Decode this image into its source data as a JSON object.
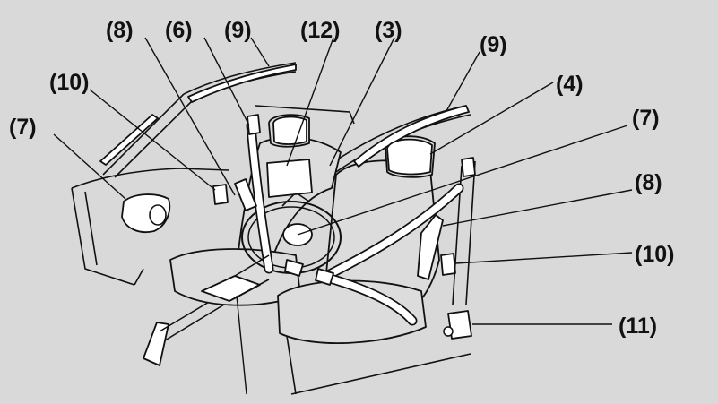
{
  "callouts": {
    "c8_top": "(8)",
    "c6": "(6)",
    "c9_top": "(9)",
    "c12": "(12)",
    "c3": "(3)",
    "c9_right": "(9)",
    "c10_left": "(10)",
    "c4": "(4)",
    "c7_left": "(7)",
    "c7_right": "(7)",
    "c8_right": "(8)",
    "c10_right": "(10)",
    "c11": "(11)"
  },
  "colors": {
    "background": "#d9d9d9",
    "line": "#111111",
    "part_fill": "#ffffff",
    "seat_fill": "#dcdcdc"
  }
}
